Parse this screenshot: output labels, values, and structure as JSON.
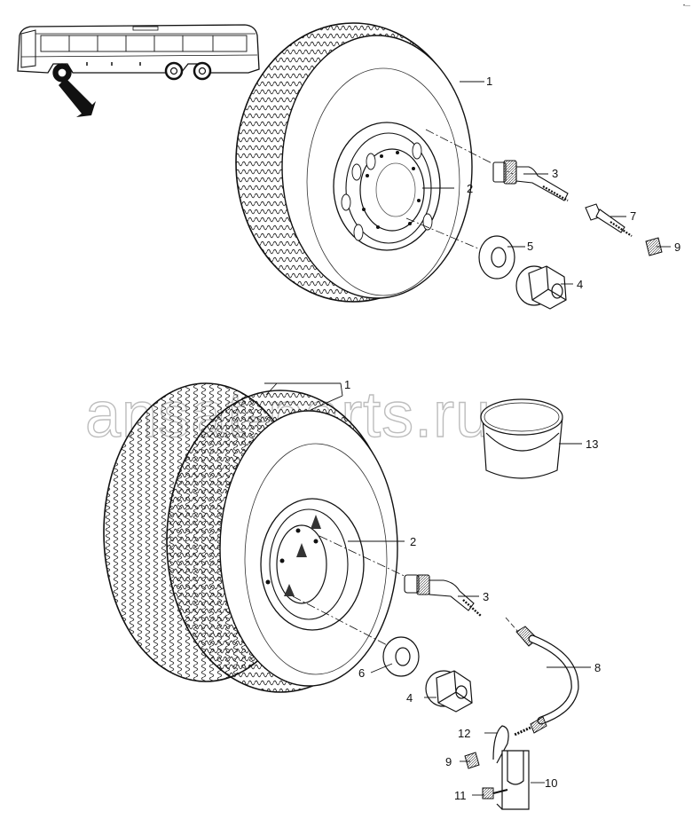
{
  "corner_mark": "•—",
  "watermark": "ansat-parts.ru",
  "callouts": {
    "top_1": "1",
    "top_2": "2",
    "top_3": "3",
    "top_4": "4",
    "top_5": "5",
    "top_7": "7",
    "top_9": "9",
    "bot_1": "1",
    "bot_2": "2",
    "bot_3": "3",
    "bot_4": "4",
    "bot_6": "6",
    "bot_8": "8",
    "bot_9": "9",
    "bot_10": "10",
    "bot_11": "11",
    "bot_12": "12",
    "bot_13": "13"
  }
}
